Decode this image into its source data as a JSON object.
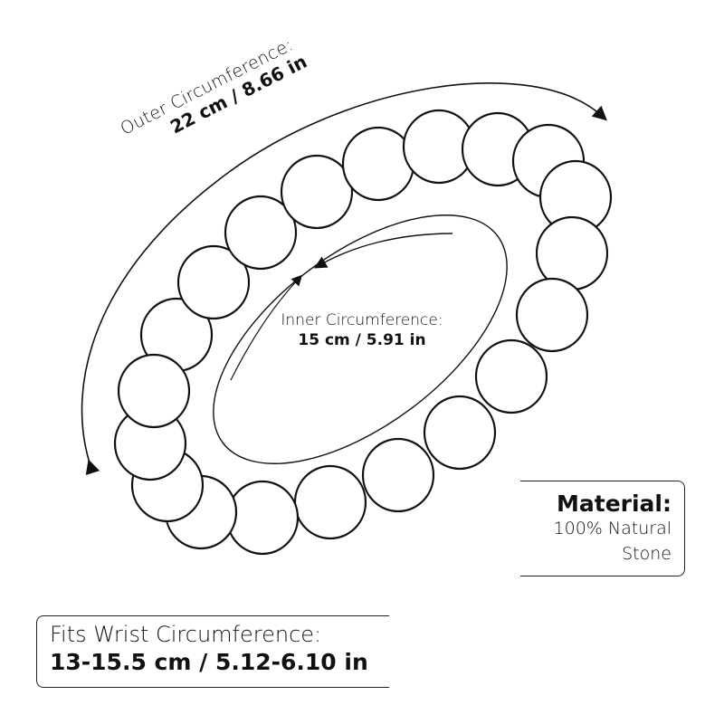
{
  "outer": {
    "title": "Outer Circumference:",
    "value": "22 cm / 8.66 in"
  },
  "inner": {
    "title": "Inner Circumference:",
    "value": "15 cm / 5.91 in"
  },
  "material": {
    "title": "Material:",
    "line1": "100% Natural",
    "line2": "Stone"
  },
  "wrist": {
    "title": "Fits Wrist Circumference:",
    "value": "13-15.5 cm / 5.12-6.10 in"
  },
  "bead_count": 20,
  "colors": {
    "stroke": "#111111",
    "background": "#ffffff"
  }
}
